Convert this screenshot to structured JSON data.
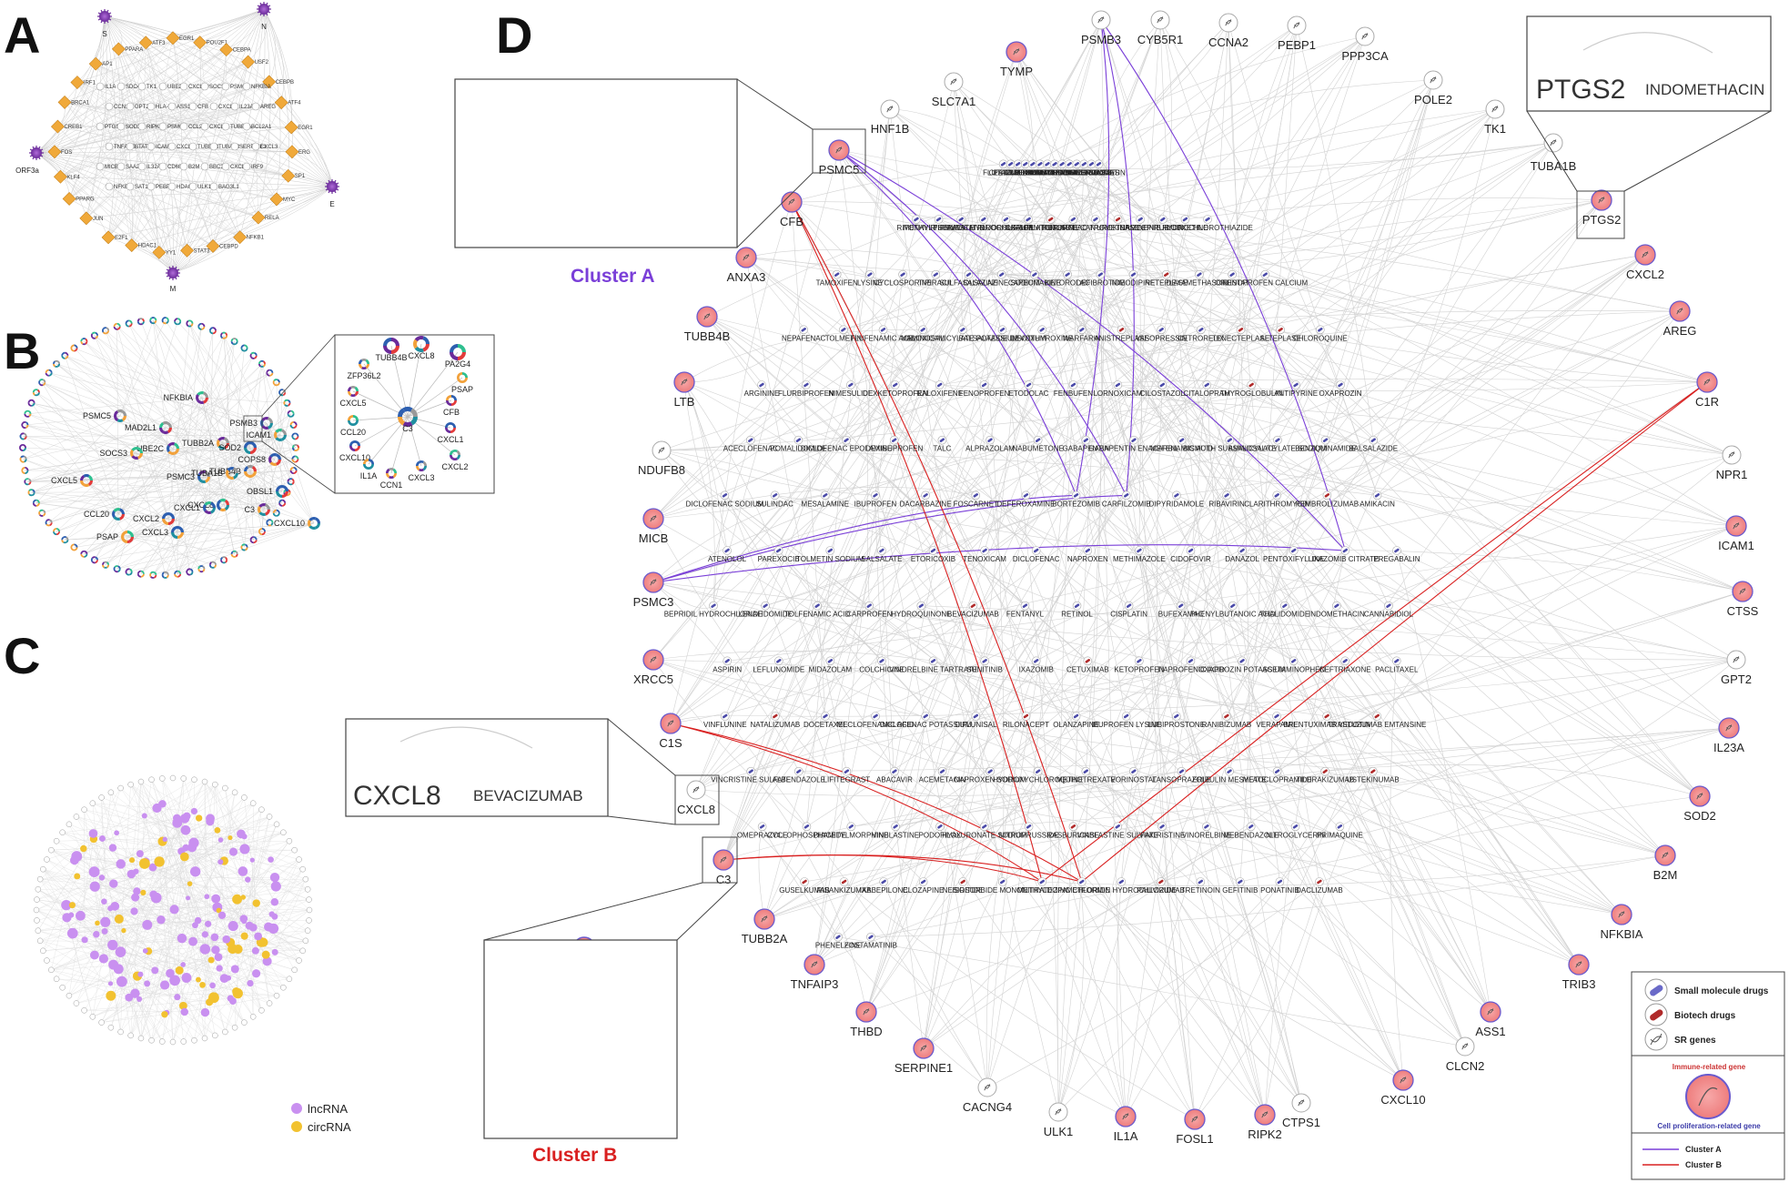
{
  "panels": {
    "A": {
      "letter": "A",
      "viral": [
        "S",
        "N",
        "E",
        "M",
        "ORF3a"
      ],
      "inner_genes": [
        "IL1A",
        "SDC4",
        "TK1",
        "UBE2C",
        "CXCL10",
        "SOCS3",
        "PSMC5",
        "NFKBIA",
        "CCN1",
        "GPT2",
        "HLA-F",
        "ASS1",
        "CFB",
        "CXCL2",
        "IL23A",
        "AREG",
        "PTGS2",
        "SOD2",
        "RIPK2",
        "PSMC3",
        "CCL20",
        "CXCL8",
        "TUBB2A",
        "BCL2A1",
        "TNFAIP3",
        "STAT2",
        "ICAM1",
        "CXCL1",
        "TUBB4B",
        "TUBA1B",
        "SERPINE1",
        "CXCL3",
        "MICB",
        "SAA2",
        "IL32A",
        "CD68",
        "B2M",
        "BBC3",
        "CXCL5",
        "IRF9",
        "NFKB1",
        "SAT1",
        "PEBP1",
        "HDAC1",
        "ULK1",
        "BAG3L1"
      ],
      "tfs": [
        "EGR1",
        "POU2F1",
        "CEBPA",
        "USF2",
        "CEBPB",
        "ATF4",
        "EGR1",
        "ERG",
        "SP1",
        "MYC",
        "RELA",
        "NFKB1",
        "CEBPD",
        "STAT3",
        "YY1",
        "HDAC1",
        "E2F1",
        "JUN",
        "PPARG",
        "KLF4",
        "FOS",
        "CREB1",
        "BRCA1",
        "IRF1",
        "AP1",
        "PPARA",
        "ATF3"
      ]
    },
    "B": {
      "letter": "B",
      "main_labels": [
        "NFKBIA",
        "PSMC5",
        "MAD2L1",
        "TUBB2A",
        "SOD2",
        "ICAM1",
        "COPS8",
        "TUBB4B",
        "PSMB3",
        "UBE2C",
        "SOCS3",
        "PSMC3",
        "CXCL5",
        "CXCL8",
        "CXCL1",
        "CCL20",
        "CXCL2",
        "CXCL3",
        "PSAP",
        "OBSL1",
        "C3",
        "CXCL10",
        "TUBA1B"
      ],
      "zoom_labels": [
        "TUBB4B",
        "CXCL8",
        "PA2G4",
        "ZFP36L2",
        "PSAP",
        "CXCL5",
        "CFB",
        "CCL20",
        "C3",
        "CXCL1",
        "CXCL10",
        "CXCL2",
        "IL1A",
        "CCN1",
        "CXCL3"
      ]
    },
    "C": {
      "letter": "C",
      "legend": [
        {
          "label": "lncRNA",
          "color": "#c990f0"
        },
        {
          "label": "circRNA",
          "color": "#f2c230"
        }
      ]
    },
    "D": {
      "letter": "D",
      "cluster_a": {
        "title": "Cluster A",
        "color": "#7a3fd8",
        "genes": [
          "PSMB3",
          "PSMC3",
          "PSMC5"
        ],
        "drugs": [
          "CARFILZOMIB",
          "BORTEZOMIB",
          "IXAZOMIB CITRATE"
        ]
      },
      "cluster_b": {
        "title": "Cluster B",
        "color": "#d92020",
        "genes": [
          "C3",
          "C1R",
          "C1S",
          "CFB"
        ],
        "drugs": [
          "ZINC CHLORIDE",
          "METHYLDOPA"
        ]
      },
      "zoom_ptgs2": {
        "gene": "PTGS2",
        "drug": "INDOMETHACIN"
      },
      "zoom_cxcl8": {
        "gene": "CXCL8",
        "drug": "BEVACIZUMAB"
      },
      "outer_genes": [
        {
          "name": "PSMB3",
          "kind": "sr"
        },
        {
          "name": "CYB5R1",
          "kind": "sr"
        },
        {
          "name": "CCNA2",
          "kind": "sr"
        },
        {
          "name": "PEBP1",
          "kind": "sr"
        },
        {
          "name": "PPP3CA",
          "kind": "sr"
        },
        {
          "name": "POLE2",
          "kind": "sr"
        },
        {
          "name": "TK1",
          "kind": "sr"
        },
        {
          "name": "TUBA1B",
          "kind": "sr"
        },
        {
          "name": "PTGS2",
          "kind": "im"
        },
        {
          "name": "CXCL2",
          "kind": "im"
        },
        {
          "name": "AREG",
          "kind": "im"
        },
        {
          "name": "C1R",
          "kind": "im"
        },
        {
          "name": "NPR1",
          "kind": "sr"
        },
        {
          "name": "ICAM1",
          "kind": "im"
        },
        {
          "name": "CTSS",
          "kind": "im"
        },
        {
          "name": "GPT2",
          "kind": "sr"
        },
        {
          "name": "IL23A",
          "kind": "im"
        },
        {
          "name": "SOD2",
          "kind": "im"
        },
        {
          "name": "B2M",
          "kind": "im"
        },
        {
          "name": "NFKBIA",
          "kind": "im"
        },
        {
          "name": "TRIB3",
          "kind": "im"
        },
        {
          "name": "ASS1",
          "kind": "im"
        },
        {
          "name": "CLCN2",
          "kind": "sr"
        },
        {
          "name": "CXCL10",
          "kind": "im"
        },
        {
          "name": "CTPS1",
          "kind": "sr"
        },
        {
          "name": "RIPK2",
          "kind": "im"
        },
        {
          "name": "FOSL1",
          "kind": "im"
        },
        {
          "name": "IL1A",
          "kind": "im"
        },
        {
          "name": "ULK1",
          "kind": "sr"
        },
        {
          "name": "CACNG4",
          "kind": "sr"
        },
        {
          "name": "SERPINE1",
          "kind": "im"
        },
        {
          "name": "THBD",
          "kind": "im"
        },
        {
          "name": "TNFAIP3",
          "kind": "im"
        },
        {
          "name": "TUBB2A",
          "kind": "im"
        },
        {
          "name": "C3",
          "kind": "im"
        },
        {
          "name": "CXCL8",
          "kind": "sr"
        },
        {
          "name": "C1S",
          "kind": "im"
        },
        {
          "name": "XRCC5",
          "kind": "im"
        },
        {
          "name": "PSMC3",
          "kind": "im"
        },
        {
          "name": "MICB",
          "kind": "im"
        },
        {
          "name": "NDUFB8",
          "kind": "sr"
        },
        {
          "name": "LTB",
          "kind": "im"
        },
        {
          "name": "TUBB4B",
          "kind": "im"
        },
        {
          "name": "ANXA3",
          "kind": "im"
        },
        {
          "name": "CFB",
          "kind": "im"
        },
        {
          "name": "PSMC5",
          "kind": "im"
        },
        {
          "name": "HNF1B",
          "kind": "sr"
        },
        {
          "name": "SLC7A1",
          "kind": "sr"
        },
        {
          "name": "TYMP",
          "kind": "im"
        }
      ],
      "drugs": [
        "FLUTAMIDE",
        "CLADRIBINE",
        "PENCICLOVIR",
        "GLUTAMINE",
        "METFORMIN",
        "DIFLUCORTOLONE",
        "ZIDOVUDINE",
        "STAVUDINE",
        "TACROLIMUS",
        "METHYLPREDNISOLONE",
        "TESTOSTERONE",
        "PROGESTERONE",
        "PIMECROLIMUS",
        "ATORVASTATIN",
        "RITONAVIR",
        "METHYLPHENIDATE",
        "SIMVASTATIN",
        "TIPIRACIL HYDROCHLORIDE",
        "FLUOROURACIL",
        "OXALIPLATIN",
        "PANITUMUMAB",
        "IRINOTECAN",
        "KETOROLAC TROMETHAMINE",
        "UROKINASE",
        "CRIZOTINIB",
        "EPIRUBICIN",
        "FLUOXETINE",
        "HYDROCHLOROTHIAZIDE",
        "TAMOXIFEN",
        "LYSINE",
        "CYCLOSPORINE",
        "TIPIRACIL",
        "SULFASALAZINE",
        "OLSALAZINE SODIUM",
        "CAPECITABINE",
        "KETOROLAC",
        "DEFIBROTIDE",
        "NIMODIPINE",
        "RETEPLASE",
        "DEXAMETHASONE",
        "ORLISTAT",
        "FENOPROFEN CALCIUM",
        "NEPAFENAC",
        "TOLMETIN",
        "FLUFENAMIC ACID",
        "MELOXICAM",
        "AMINOSALICYLATE POTASSIUM",
        "BALSALAZIDE DISODIUM",
        "LEVOTHYROXINE",
        "WARFARIN",
        "ANISTREPLASE",
        "VASOPRESSIN",
        "CETRORELIX",
        "TENECTEPLASE",
        "ALTEPLASE",
        "CHLOROQUINE",
        "ARGININE",
        "FLURBIPROFEN",
        "NIMESULIDE",
        "DEXKETOPROFEN",
        "RALOXIFENE",
        "FENOPROFEN",
        "ETODOLAC",
        "FENBUFEN",
        "LORNOXICAM",
        "CILOSTAZOL",
        "CITALOPRAM",
        "THYROGLOBULIN",
        "ANTIPYRINE",
        "OXAPROZIN",
        "ACECLOFENAC",
        "POMALIDOMIDE",
        "DICLOFENAC EPOLAMINE",
        "DEXIBUPROFEN",
        "TALC",
        "ALPRAZOLAM",
        "NABUMETONE",
        "GABAPENTIN",
        "GABAPENTIN ENACARBIL",
        "MEFENAMIC ACID",
        "BISMUTH SUBSALICYLATE",
        "AMINOSALICYLATE SODIUM",
        "BENZQUINAMIDE",
        "BALSALAZIDE",
        "DICLOFENAC SODIUM",
        "SULINDAC",
        "MESALAMINE",
        "IBUPROFEN",
        "DACARBAZINE",
        "FOSCARNET",
        "DEFEROXAMINE",
        "BORTEZOMIB",
        "CARFILZOMIB",
        "DIPYRIDAMOLE",
        "RIBAVIRIN",
        "CLARITHROMYCIN",
        "PEMBROLIZUMAB",
        "AMIKACIN",
        "ATENOLOL",
        "PAREXOCIB",
        "TOLMETIN SODIUM",
        "SALSALATE",
        "ETORICOXIB",
        "TENOXICAM",
        "DICLOFENAC",
        "NAPROXEN",
        "METHIMAZOLE",
        "CIDOFOVIR",
        "DANAZOL",
        "PENTOXIFYLLINE",
        "IXAZOMIB CITRATE",
        "PREGABALIN",
        "BEPRIDIL HYDROCHLORIDE",
        "LENALIDOMIDE",
        "TOLFENAMIC ACID",
        "CARPROFEN",
        "HYDROQUINONE",
        "BEVACIZUMAB",
        "FENTANYL",
        "RETINOL",
        "CISPLATIN",
        "BUFEXAMAC",
        "PHENYLBUTANOIC ACID",
        "THALIDOMIDE",
        "INDOMETHACIN",
        "CANNABIDIOL",
        "ASPIRIN",
        "LEFLUNOMIDE",
        "MIDAZOLAM",
        "COLCHICINE",
        "VINORELBINE TARTRATE",
        "SUNITINIB",
        "IXAZOMIB",
        "CETUXIMAB",
        "KETOPROFEN",
        "TIAPROFENIC ACID",
        "OXAPROZIN POTASSIUM",
        "ACETAMINOPHEN",
        "CEFTRIAXONE",
        "PACLITAXEL",
        "VINFLUNINE",
        "NATALIZUMAB",
        "DOCETAXEL",
        "MECLOFENAMIC ACID",
        "DICLOFENAC POTASSIUM",
        "DIFLUNISAL",
        "RILONACEPT",
        "OLANZAPINE",
        "IBUPROFEN LYSINE",
        "LUBIPROSTONE",
        "RANIBIZUMAB",
        "VERAPAMIL",
        "BRENTUXIMAB VEDOTIN",
        "TRASTUZUMAB EMTANSINE",
        "VINCRISTINE SULFATE",
        "ALBENDAZOLE",
        "LIFITEGRAST",
        "ABACAVIR",
        "ACEMETACIN",
        "NAPROXEN SODIUM",
        "HYDROXYCHLOROQUINE",
        "METHOTREXATE",
        "VORINOSTAT",
        "LANSOPRAZOLE",
        "ERIBULIN MESYLATE",
        "METOCLOPRAMIDE",
        "TILDRAKIZUMAB",
        "USTEKINUMAB",
        "OMEPRAZOLE",
        "CYCLOPHOSPHAMIDE",
        "DIACETYLMORPHINE",
        "VINBLASTINE",
        "PODOFILOX",
        "HYALURONATE SODIUM",
        "NITROPRUSSIDE",
        "RASBURICASE",
        "VINBLASTINE SULFATE",
        "VINCRISTINE",
        "VINORELBINE",
        "MEBENDAZOLE",
        "NITROGLYCERIN",
        "PRIMAQUINE",
        "GUSELKUMAB",
        "RISANKIZUMAB",
        "IXABEPILONE",
        "CLOZAPINE",
        "NESIRITIDE",
        "ISOSORBIDE MONONITRATE",
        "METHYLDOPA",
        "ZINC CHLORIDE",
        "METFORMIN HYDROCHLORIDE",
        "PALIVIZUMAB",
        "TRETINOIN",
        "GEFITINIB",
        "PONATINIB",
        "DACLIZUMAB",
        "PHENELZINE",
        "FOSTAMATINIB"
      ],
      "legend": {
        "small": "Small molecule drugs",
        "biotech": "Biotech drugs",
        "sr": "SR genes",
        "immune": "Immune-related gene",
        "prolif": "Cell proliferation-related gene",
        "cluster_a": "Cluster A",
        "cluster_b": "Cluster B"
      }
    }
  }
}
